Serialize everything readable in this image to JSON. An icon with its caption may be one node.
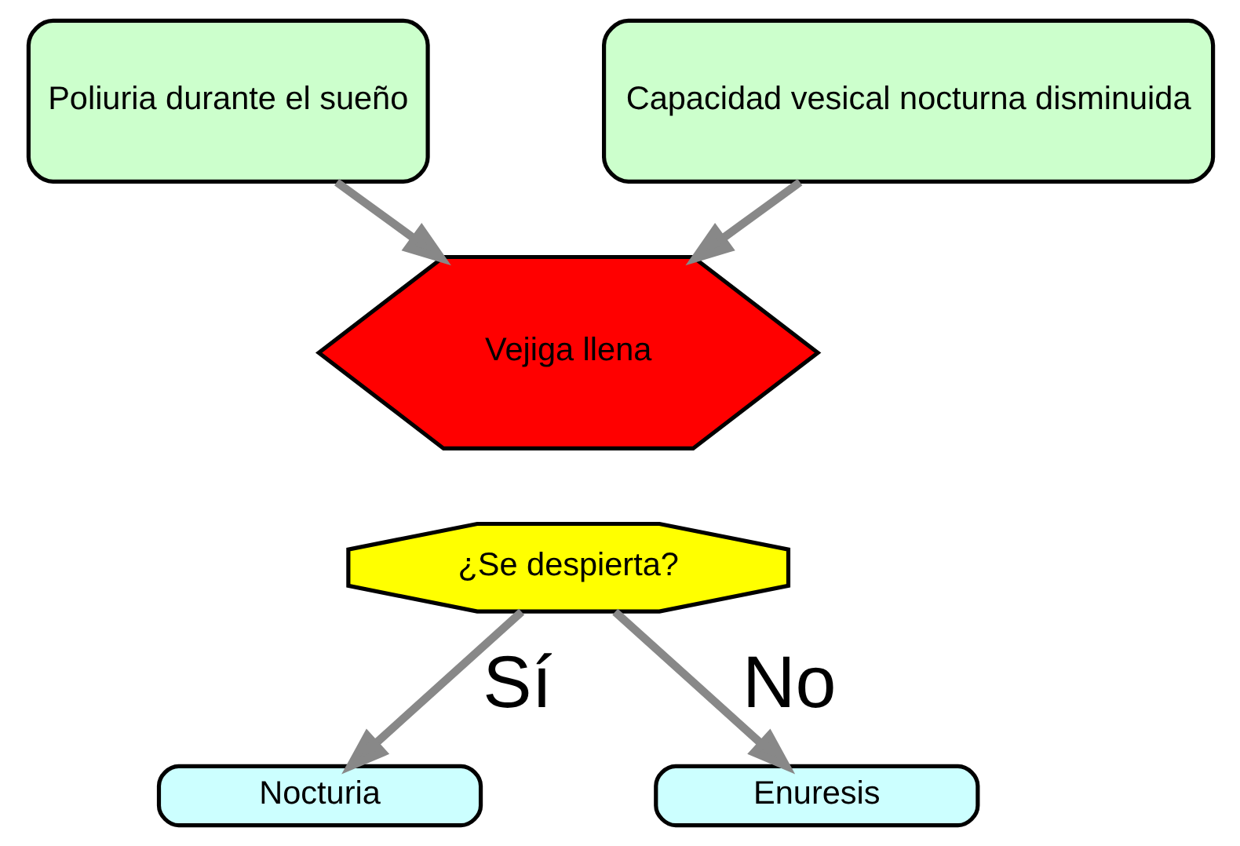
{
  "diagram": {
    "nodes": [
      {
        "text": [
          "Poliuria durante el sueño"
        ]
      },
      {
        "text": [
          "Capacidad vesical nocturna disminuida"
        ]
      },
      {
        "text": [
          "Vejiga llena"
        ]
      },
      {
        "text": [
          "¿Se despierta?"
        ]
      },
      {
        "text": [
          "Nocturia"
        ]
      },
      {
        "text": [
          "Enuresis"
        ]
      }
    ],
    "edges": [
      {
        "from": 0,
        "to": 2,
        "arrow": "to"
      },
      {
        "from": 1,
        "to": 2,
        "arrow": "to"
      },
      {
        "from": 3,
        "to": 4,
        "arrow": "to",
        "label": "Sí"
      },
      {
        "from": 3,
        "to": 5,
        "arrow": "to",
        "label": "No"
      }
    ]
  }
}
